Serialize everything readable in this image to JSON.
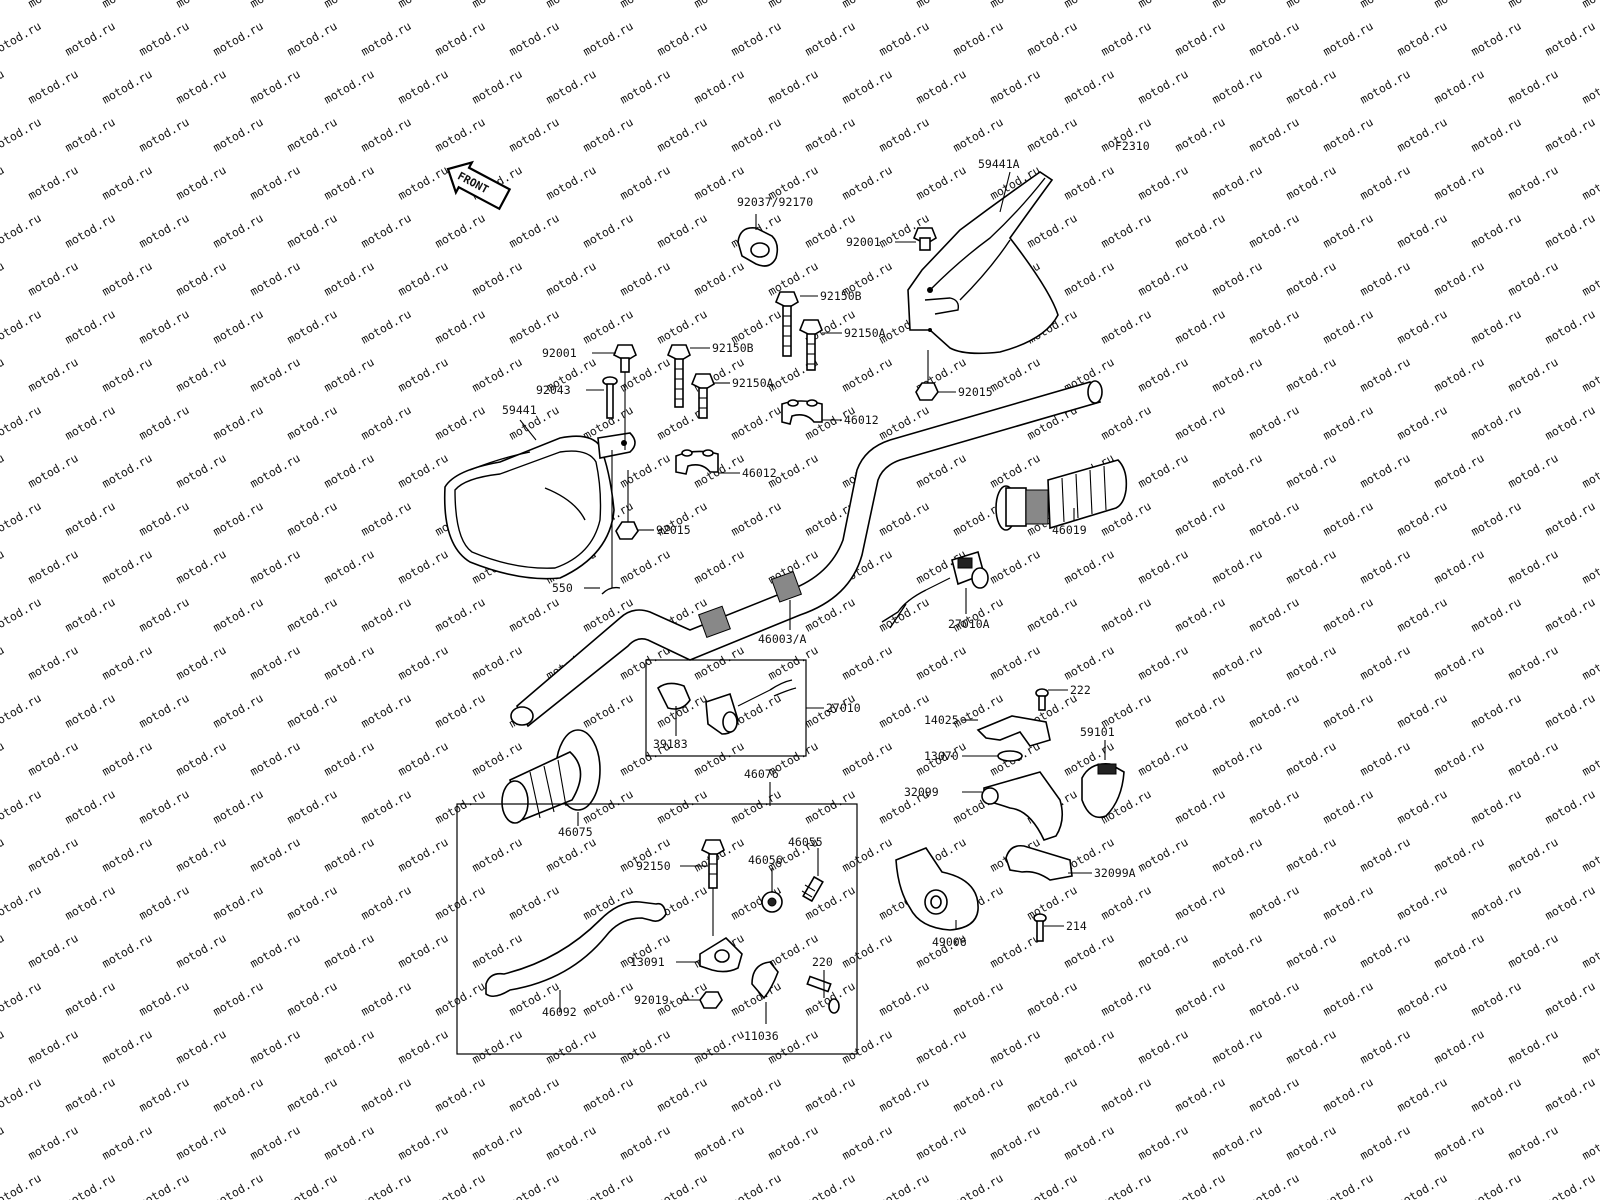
{
  "watermark": "motod.ru",
  "diagram": {
    "code": "F2310",
    "front_label": "FRONT",
    "labels": {
      "p59441A": "59441A",
      "p92037": "92037/92170",
      "p92001_top": "92001",
      "p92150B_top": "92150B",
      "p92150A_top": "92150A",
      "p92001_left": "92001",
      "p92150B_mid": "92150B",
      "p92015_top": "92015",
      "p92043": "92043",
      "p92150A_mid": "92150A",
      "p59441": "59441",
      "p46012_a": "46012",
      "p46012_b": "46012",
      "p92015_left": "92015",
      "p46019": "46019",
      "p550": "550",
      "p27010A": "27010A",
      "p46003": "46003/A",
      "p27010": "27010",
      "p39183": "39183",
      "p222": "222",
      "p14025": "14025",
      "p59101": "59101",
      "p13070": "13070",
      "p32099": "32099",
      "p46076": "46076",
      "p46075": "46075",
      "p46055": "46055",
      "p46056": "46056",
      "p92150": "92150",
      "p32099A": "32099A",
      "p214": "214",
      "p220": "220",
      "p13091": "13091",
      "p49006": "49006",
      "p92019": "92019",
      "p46092": "46092",
      "p11036": "11036"
    }
  }
}
